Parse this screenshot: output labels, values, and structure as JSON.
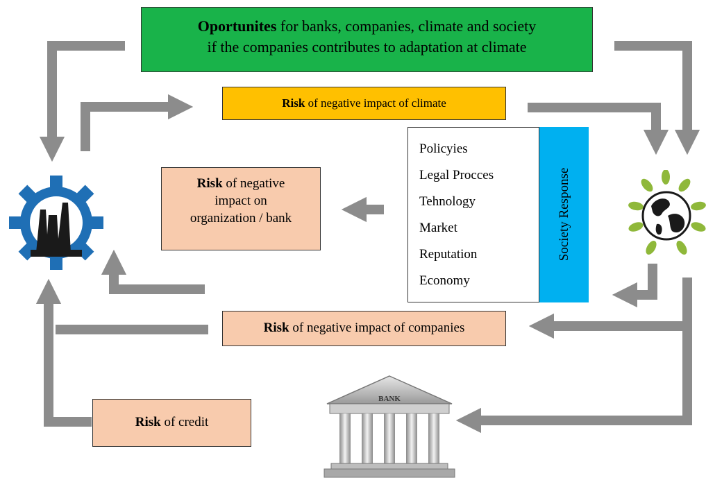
{
  "opportunities": {
    "bold": "Oportunites",
    "rest": " for banks, companies, climate and society",
    "line2": "if the companies contributes to adaptation at climate"
  },
  "climate_risk": {
    "bold": "Risk",
    "rest": " of negative impact of climate"
  },
  "org_risk": {
    "bold": "Risk",
    "line1_rest": " of negative",
    "line2": "impact on",
    "line3": "organization / bank"
  },
  "society_response": {
    "label": "Society Response",
    "items": [
      "Policyies",
      "Legal Procces",
      "Tehnology",
      "Market",
      "Reputation",
      "Economy"
    ]
  },
  "companies_risk": {
    "bold": "Risk",
    "rest": " of negative impact of companies"
  },
  "credit_risk": {
    "bold": "Risk",
    "rest": " of credit"
  },
  "bank": {
    "label": "BANK"
  },
  "colors": {
    "opportunities": "#19b34a",
    "climate_risk": "#ffc000",
    "risk_box": "#f8cbad",
    "society_side": "#00b0f0",
    "arrow": "#8c8c8c",
    "factory_icon": "#1f6fb5",
    "leaves": "#8fb83a"
  },
  "icons": [
    "factory-gear-icon",
    "globe-leaves-icon",
    "bank-building-icon"
  ]
}
